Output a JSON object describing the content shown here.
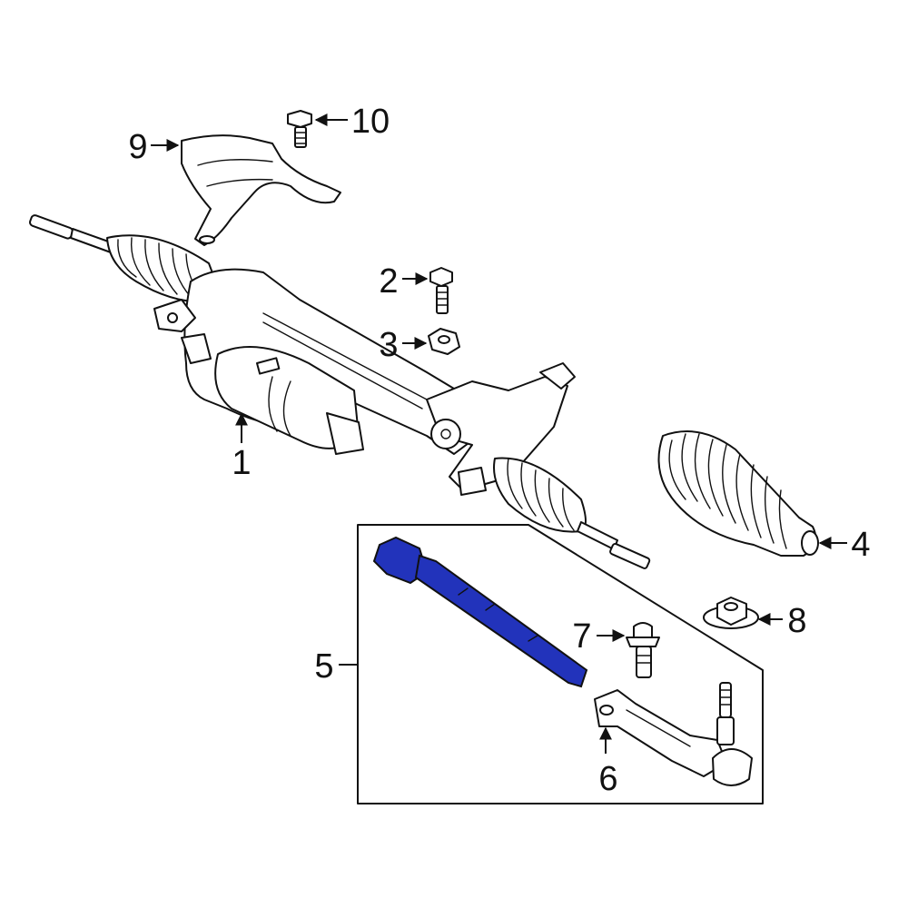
{
  "diagram": {
    "callouts": [
      "1",
      "2",
      "3",
      "4",
      "5",
      "6",
      "7",
      "8",
      "9",
      "10"
    ],
    "colors": {
      "line": "#111111",
      "highlight": "#2233bb",
      "background": "#ffffff"
    },
    "highlighted_part": "5"
  }
}
